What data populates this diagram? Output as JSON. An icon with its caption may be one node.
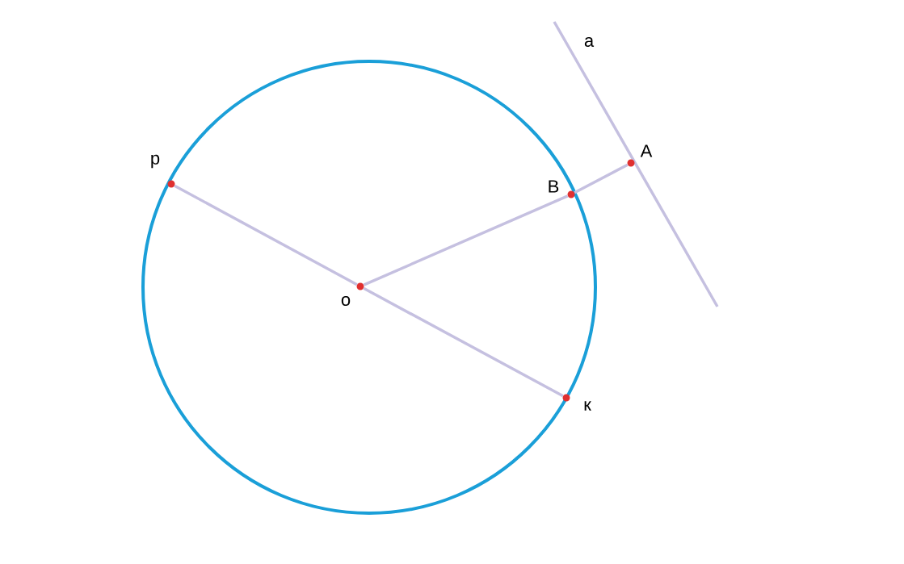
{
  "diagram": {
    "nodes": [
      {
        "text": [
          "р"
        ]
      },
      {
        "text": [
          "о"
        ]
      },
      {
        "text": [
          "к"
        ]
      },
      {
        "text": [
          "B"
        ]
      },
      {
        "text": [
          "A"
        ]
      }
    ],
    "edges": [
      {
        "from": 1,
        "to": 0,
        "arrow": "none"
      },
      {
        "from": 1,
        "to": 2,
        "arrow": "none"
      },
      {
        "from": 1,
        "to": 3,
        "arrow": "none"
      },
      {
        "from": 3,
        "to": 4,
        "arrow": "none"
      }
    ],
    "labels": [
      "a"
    ]
  }
}
